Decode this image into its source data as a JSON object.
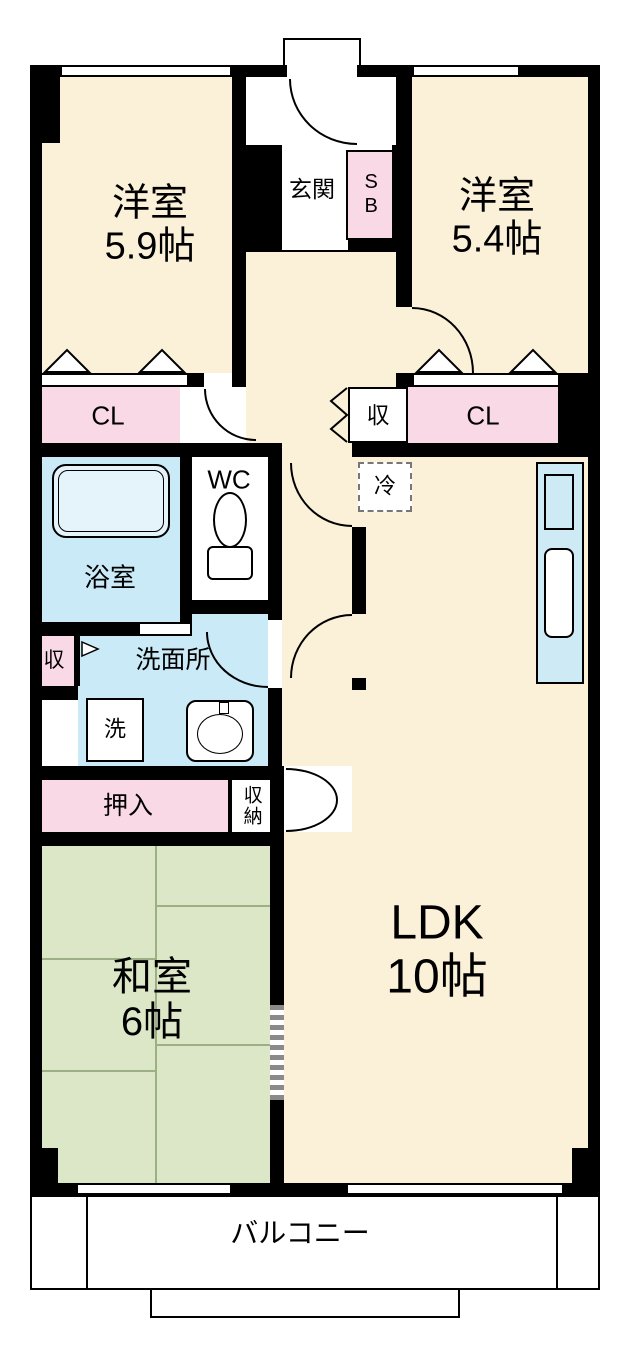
{
  "title": "間取り図",
  "colors": {
    "wall": "#000000",
    "western_room": "#fbf0d8",
    "closet_pink": "#f9d9e6",
    "water_blue": "#c9eaf6",
    "tatami_green": "#dce7c8"
  },
  "labels": {
    "room1_name": "洋室",
    "room1_size": "5.9帖",
    "room2_name": "洋室",
    "room2_size": "5.4帖",
    "genkan": "玄関",
    "shoe_box": "SB",
    "closet_left": "CL",
    "closet_right": "CL",
    "storage_mid": "収",
    "wc": "WC",
    "bath": "浴室",
    "fridge": "冷",
    "washroom": "洗面所",
    "storage_small": "収",
    "washer": "洗",
    "oshiire": "押入",
    "shunou": "収納",
    "washitsu_name": "和室",
    "washitsu_size": "6帖",
    "ldk_name": "LDK",
    "ldk_size": "10帖",
    "balcony": "バルコニー"
  }
}
